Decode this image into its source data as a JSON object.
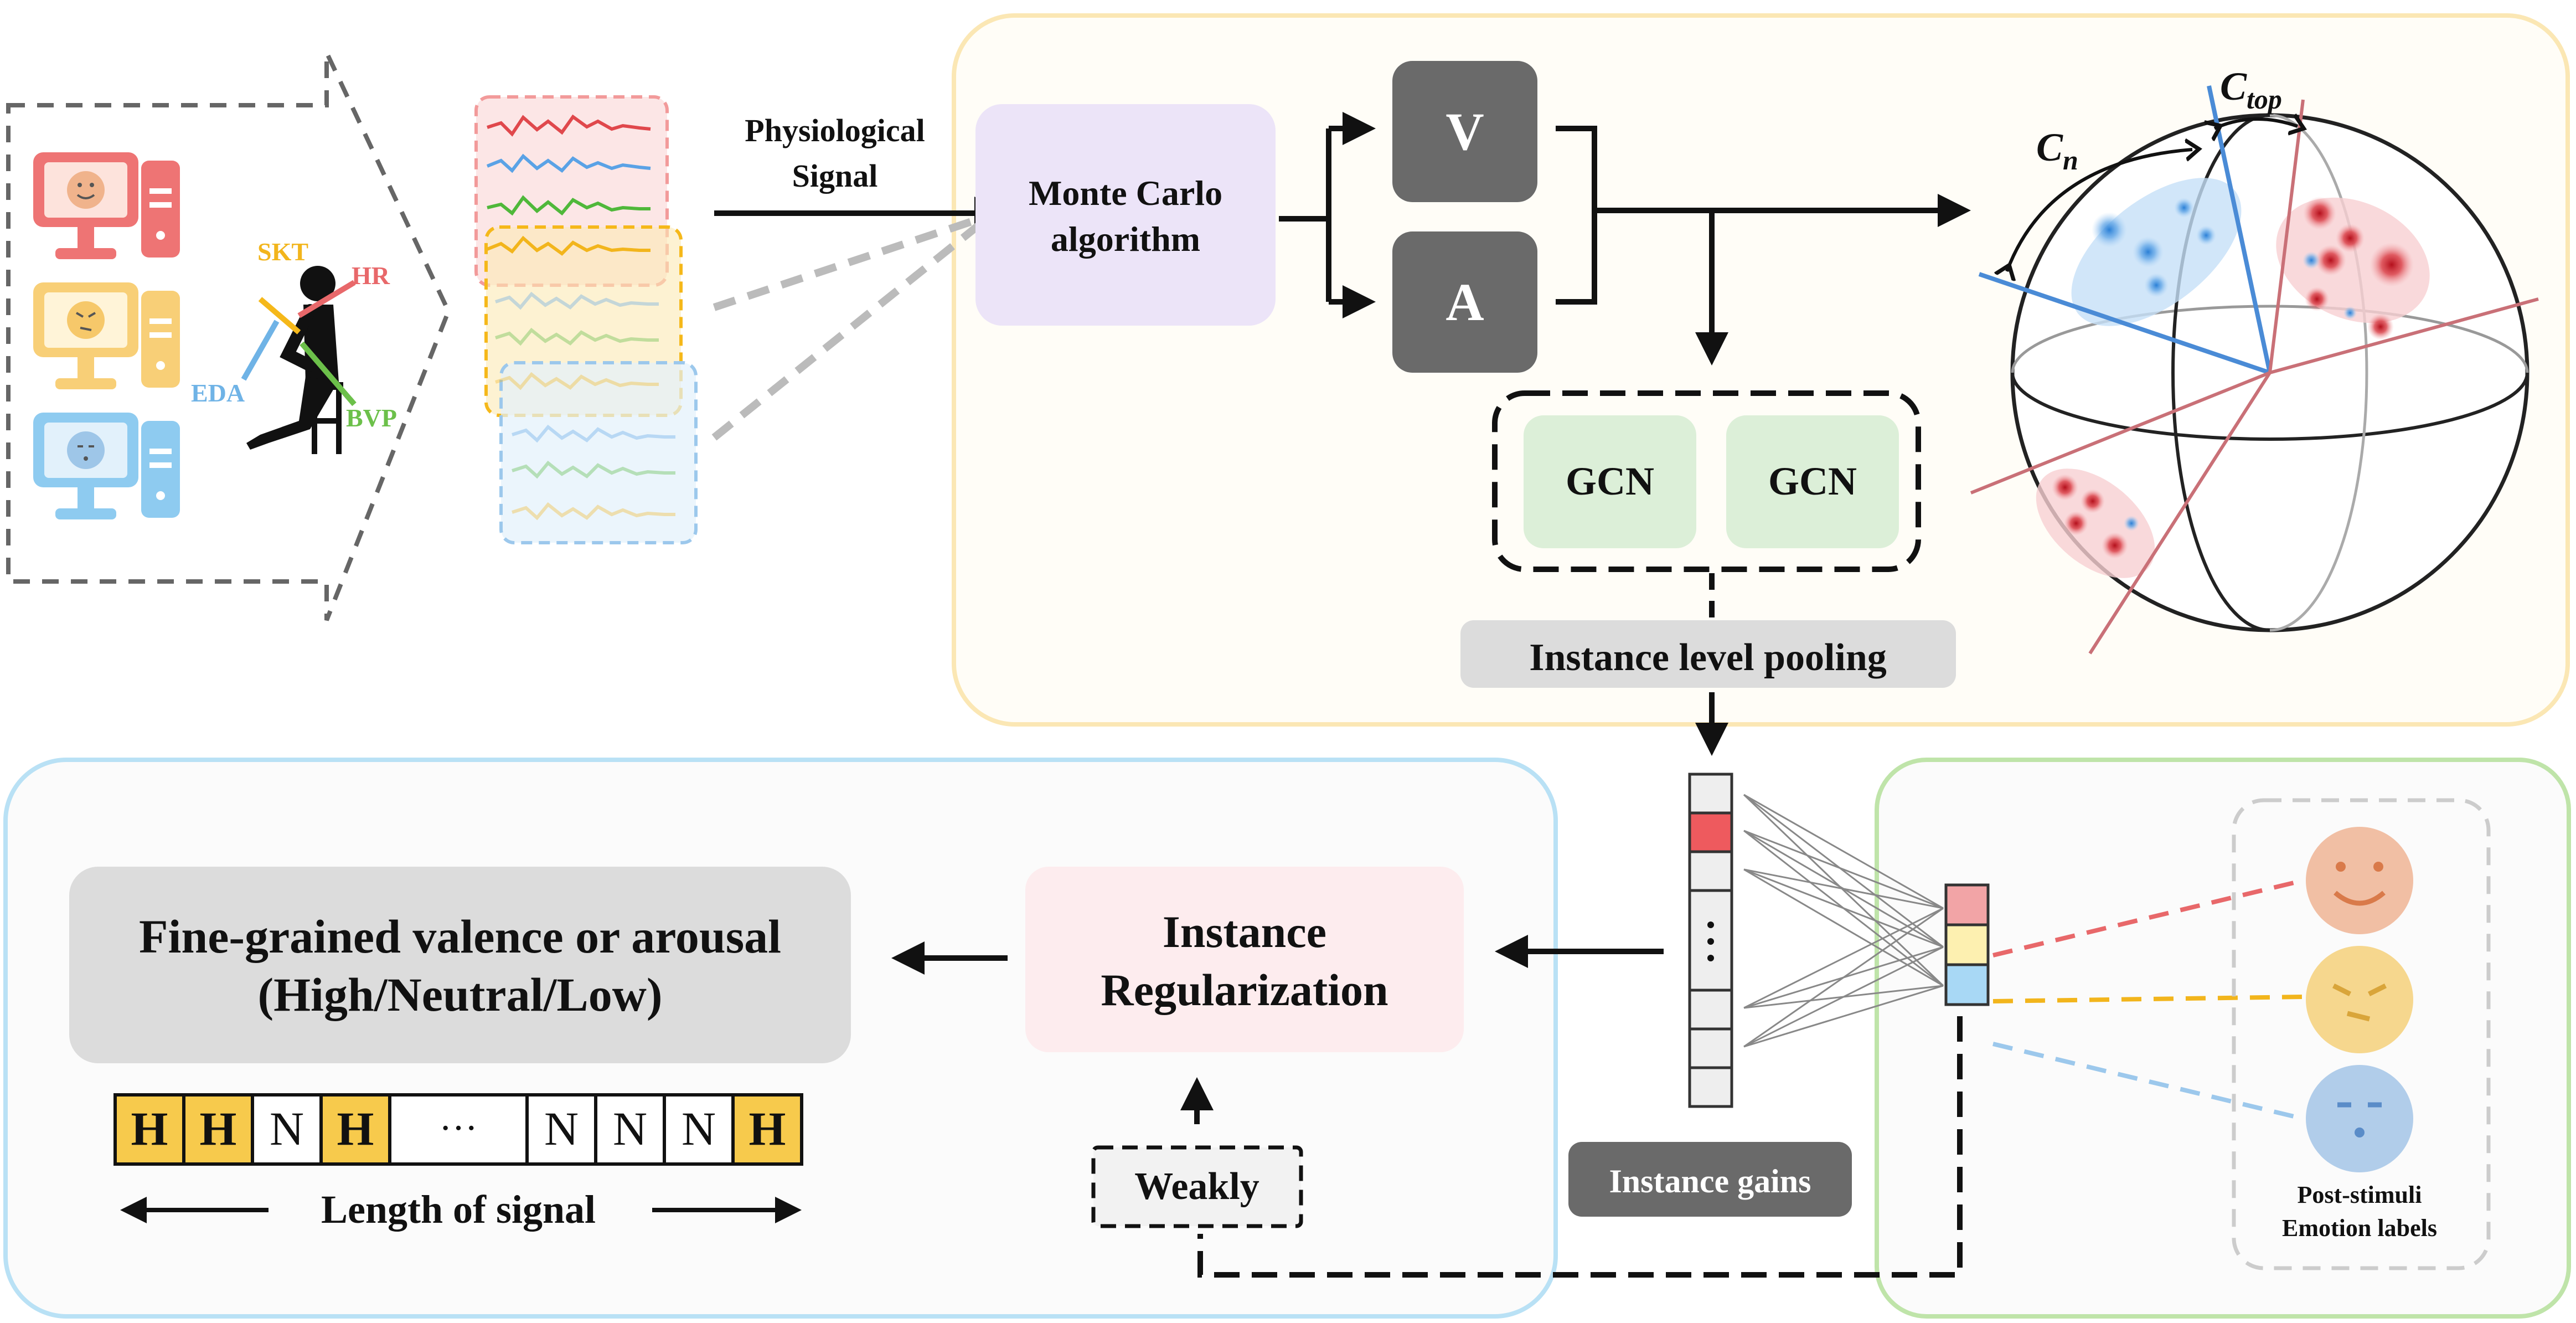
{
  "colors": {
    "red": "#e8686a",
    "yellow": "#f5c242",
    "blue": "#6fb3e6",
    "green": "#6cc04a",
    "gray_box": "#6a6a6a",
    "lavender": "#ece4f8",
    "gcn_green": "#dcefd8",
    "pink_box": "#fdecee",
    "top_panel_border": "#fbe7b4",
    "left_panel_border": "#b9e1f5",
    "right_panel_border": "#bfe4a9"
  },
  "icons": [
    "computer-happy-icon",
    "computer-angry-icon",
    "computer-neutral-icon",
    "seated-person-icon",
    "sphere-icon",
    "happy-face-icon",
    "angry-face-icon",
    "neutral-face-icon"
  ],
  "sensors": {
    "skt": "SKT",
    "hr": "HR",
    "eda": "EDA",
    "bvp": "BVP"
  },
  "labels": {
    "physiological_line1": "Physiological",
    "physiological_line2": "Signal",
    "monte_carlo_line1": "Monte Carlo",
    "monte_carlo_line2": "algorithm",
    "v": "V",
    "a": "A",
    "gcn1": "GCN",
    "gcn2": "GCN",
    "instance_pooling": "Instance level pooling",
    "instance_gains": "Instance gains",
    "instance_reg_line1": "Instance",
    "instance_reg_line2": "Regularization",
    "fine_grained_line1": "Fine-grained valence or arousal",
    "fine_grained_line2": "(High/Neutral/Low)",
    "weakly": "Weakly",
    "length_of_signal": "Length of signal",
    "post_stimuli_line1": "Post-stimuli",
    "post_stimuli_line2": "Emotion labels",
    "c_n_base": "C",
    "c_n_sub": "n",
    "c_top_base": "C",
    "c_top_sub": "top"
  },
  "sequence": [
    "H",
    "H",
    "N",
    "H",
    "···",
    "N",
    "N",
    "N",
    "H"
  ]
}
